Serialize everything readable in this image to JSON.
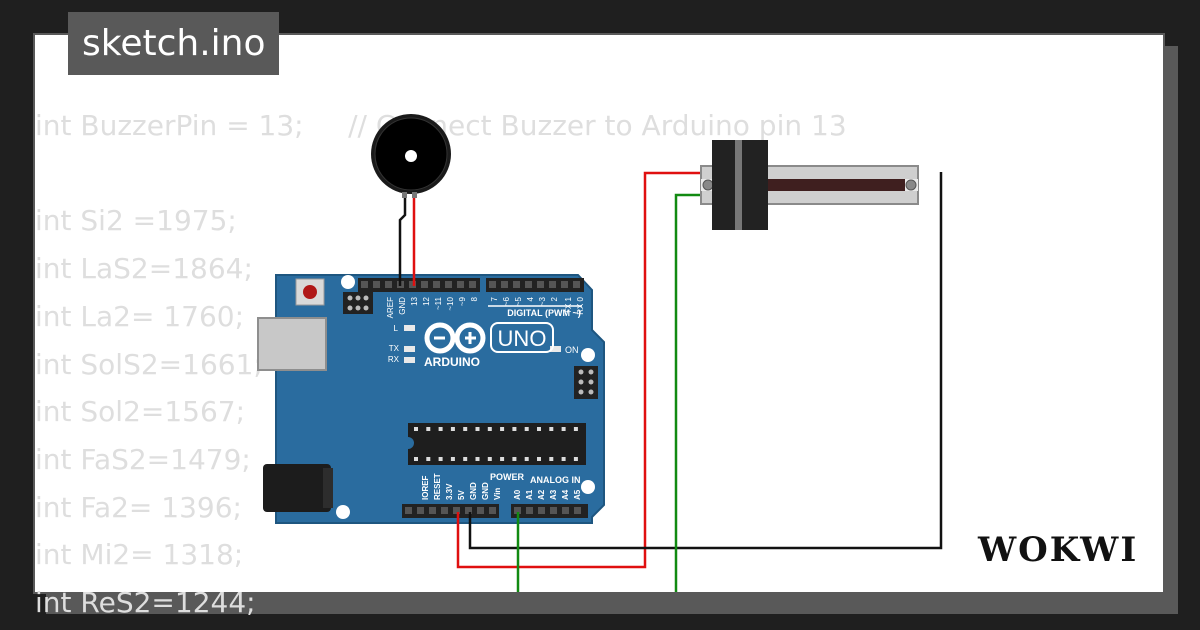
{
  "page": {
    "title": "sketch.ino",
    "logo": "WOKWI"
  },
  "code_lines": [
    "int BuzzerPin = 13;     // Connect Buzzer to Arduino pin 13",
    "",
    "int Si2 =1975;",
    "int LaS2=1864;",
    "int La2= 1760;",
    "int SolS2=1661;",
    "int Sol2=1567;",
    "int FaS2=1479;",
    "int Fa2= 1396;",
    "int Mi2= 1318;",
    "int ReS2=1244;"
  ],
  "board": {
    "brand": "ARDUINO",
    "model": "UNO",
    "digital_header": "DIGITAL (PWM ~)",
    "power_header": "POWER",
    "analog_header": "ANALOG IN",
    "led_l": "L",
    "led_tx": "TX",
    "led_rx": "RX",
    "led_on": "ON",
    "top_pins": [
      "AREF",
      "GND",
      "13",
      "12",
      "~11",
      "~10",
      "~9",
      "8",
      "7",
      "~6",
      "~5",
      "4",
      "~3",
      "2",
      "TX 1",
      "RX 0"
    ],
    "bottom_pins": [
      "IOREF",
      "RESET",
      "3.3V",
      "5V",
      "GND",
      "GND",
      "Vin",
      "A0",
      "A1",
      "A2",
      "A3",
      "A4",
      "A5"
    ]
  },
  "colors": {
    "background": "#1f1f1f",
    "card": "#ffffff",
    "title_bg": "#595959",
    "code_text": "#dedede",
    "board_blue": "#2a6c9f",
    "wire_red": "#e01010",
    "wire_green": "#128a12",
    "wire_black": "#111111"
  },
  "icons": [
    "wokwi-logo",
    "arduino-infinity-icon",
    "buzzer-icon",
    "slide-potentiometer-icon"
  ]
}
